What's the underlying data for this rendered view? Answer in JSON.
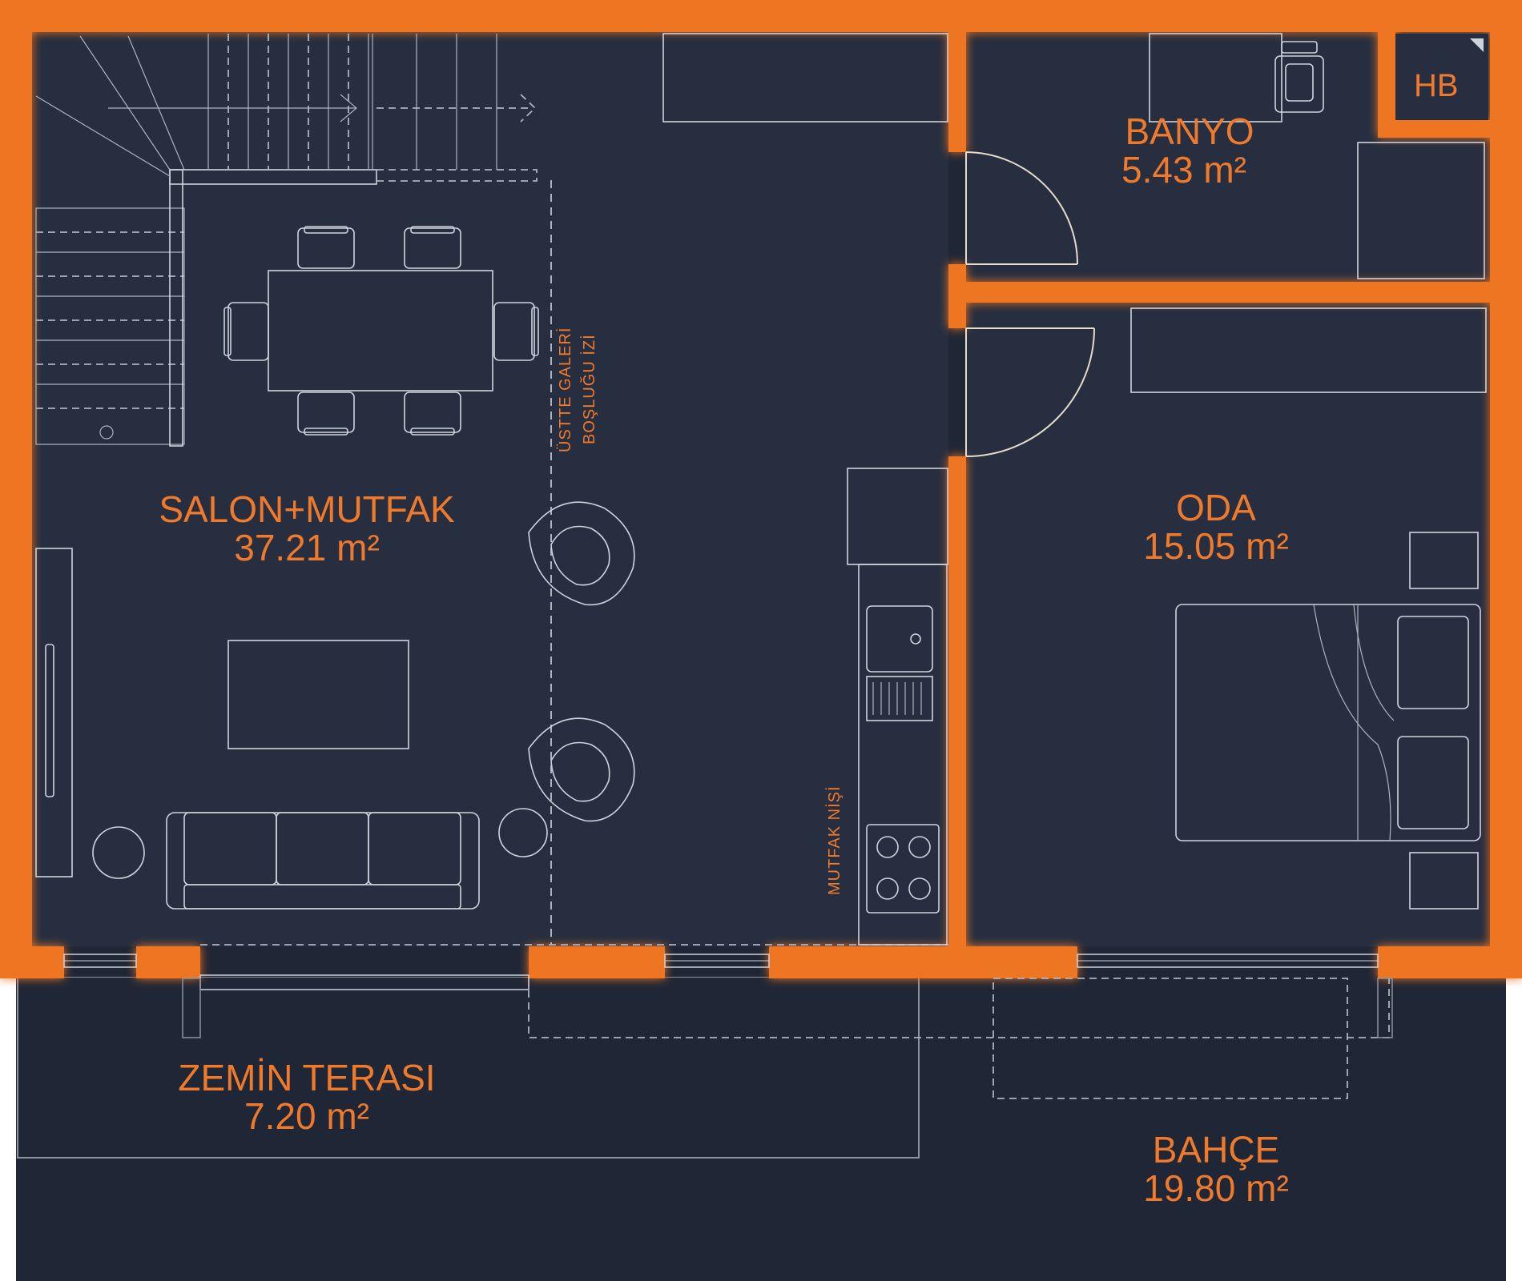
{
  "colors": {
    "wall": "#ee7420",
    "floor": "#1f2636",
    "room_fill": "#262e40",
    "label": "#f07a2c",
    "furniture": "#cfd3dc"
  },
  "rooms": {
    "salon": {
      "name": "SALON+MUTFAK",
      "area": "37.21 m²"
    },
    "banyo": {
      "name": "BANYO",
      "area": "5.43 m²"
    },
    "oda": {
      "name": "ODA",
      "area": "15.05 m²"
    },
    "teras": {
      "name": "ZEMİN TERASI",
      "area": "7.20 m²"
    },
    "bahce": {
      "name": "BAHÇE",
      "area": "19.80 m²"
    }
  },
  "notes": {
    "gallery_line1": "ÜSTTE GALERİ",
    "gallery_line2": "BOŞLUĞU İZİ",
    "kitchen_niche": "MUTFAK NİŞİ",
    "shaft": "HB"
  }
}
